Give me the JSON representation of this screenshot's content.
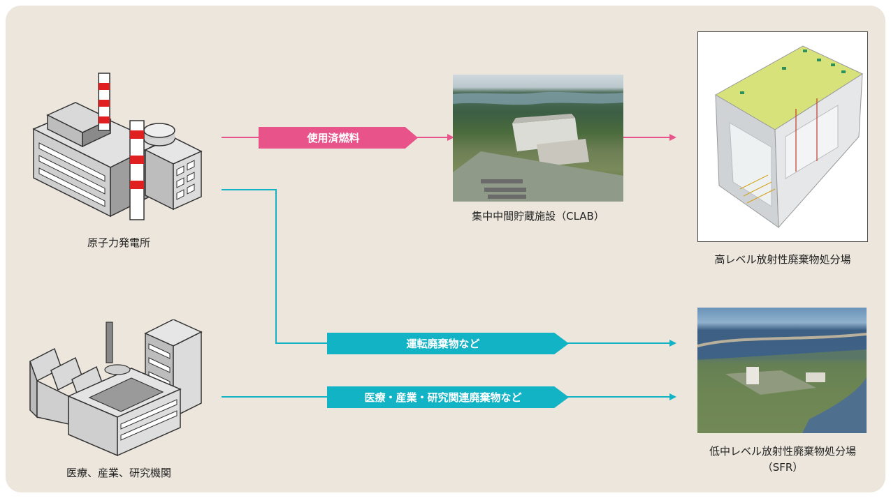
{
  "labels": {
    "nuclear_plant": "原子力発電所",
    "medical_industry": "医療、産業、研究機関",
    "clab": "集中中間貯蔵施設（CLAB）",
    "hlw_repository": "高レベル放射性廃棄物処分場",
    "sfr_line1": "低中レベル放射性廃棄物処分場",
    "sfr_line2": "（SFR）"
  },
  "flows": {
    "spent_fuel": "使用済燃料",
    "operational_waste": "運転廃棄物など",
    "medical_waste": "医療・産業・研究関連廃棄物など"
  },
  "colors": {
    "background": "#ece6dc",
    "pink_arrow": "#e8548a",
    "cyan_arrow": "#13b3c6"
  }
}
